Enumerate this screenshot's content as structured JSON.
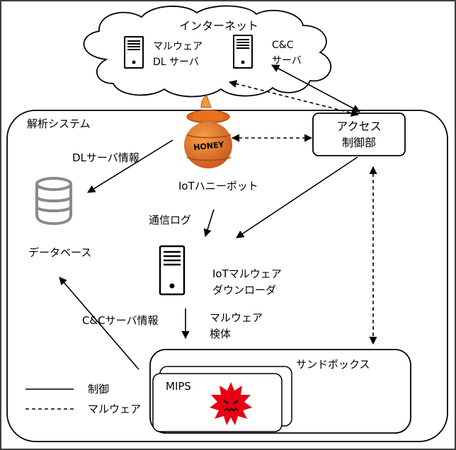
{
  "internet": {
    "label": "インターネット"
  },
  "malware_dl_server": {
    "line1": "マルウェア",
    "line2": "DL サーバ"
  },
  "cc_server": {
    "line1": "C&C",
    "line2": "サーバ"
  },
  "analysis_system": {
    "label": "解析システム"
  },
  "access_control": {
    "line1": "アクセス",
    "line2": "制御部"
  },
  "honeypot": {
    "label": "IoTハニーポット",
    "jar_text": "HONEY"
  },
  "database": {
    "label": "データベース"
  },
  "downloader": {
    "line1": "IoTマルウェア",
    "line2": "ダウンローダ"
  },
  "sandbox": {
    "label": "サンドボックス",
    "inner_label": "MIPS"
  },
  "edges": {
    "dl_server_info": "DLサーバ情報",
    "comm_log": "通信ログ",
    "cc_server_info": "C&Cサーバ情報",
    "malware_sample_line1": "マルウェア",
    "malware_sample_line2": "検体"
  },
  "legend": {
    "control": "制御",
    "malware": "マルウェア"
  },
  "colors": {
    "honey": "#e8701e",
    "honey_dark": "#b9531a",
    "virus": "#e60012",
    "database_gray": "#888888"
  }
}
